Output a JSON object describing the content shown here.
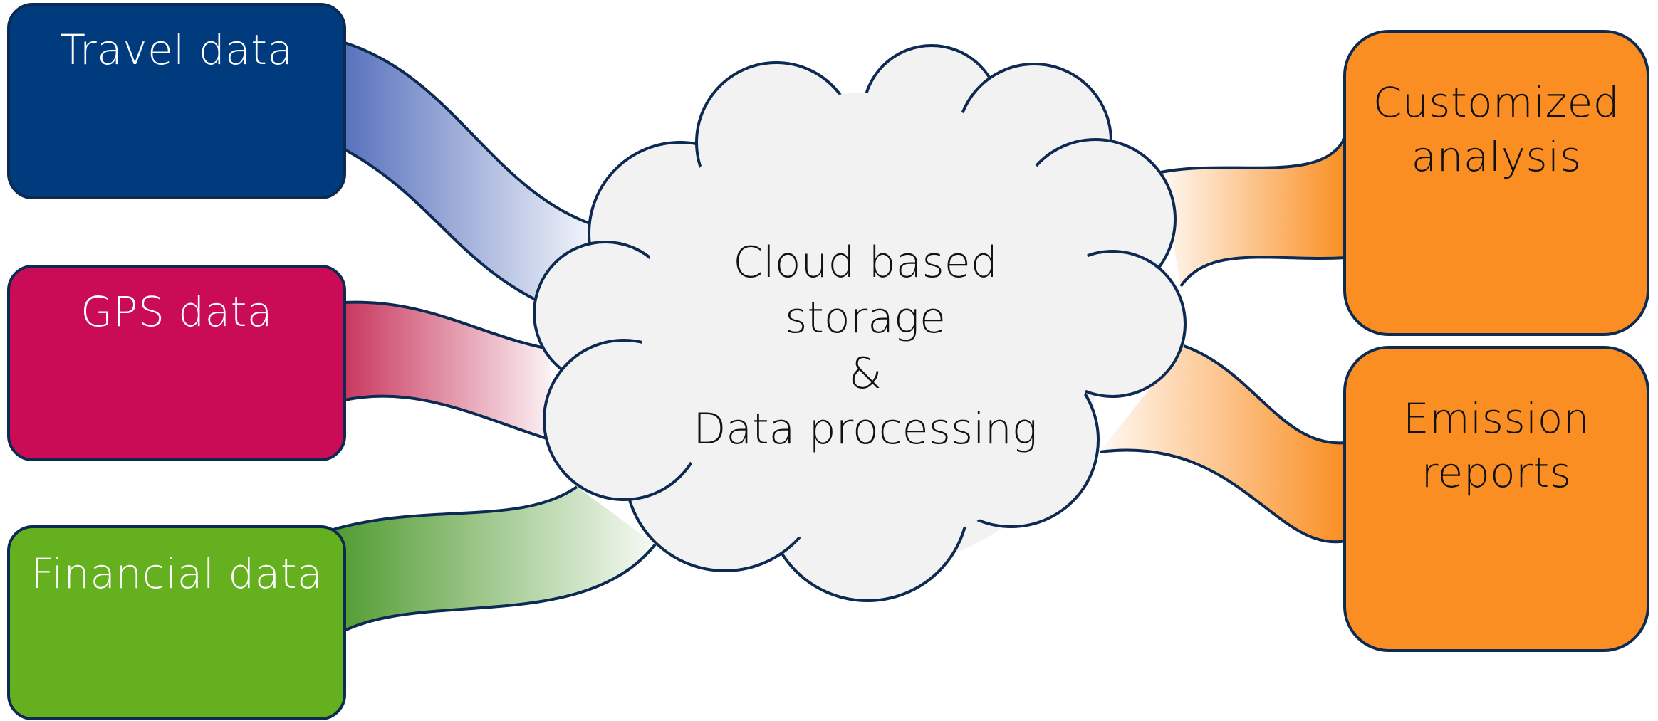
{
  "sources": [
    {
      "id": "travel",
      "label": "Travel data",
      "color": "#003b7e",
      "icons": [
        "car-icon",
        "airplane-icon",
        "bus-icon"
      ]
    },
    {
      "id": "gps",
      "label": "GPS data",
      "color": "#c90c55",
      "icons": [
        "globe-icon"
      ]
    },
    {
      "id": "financial",
      "label": "Financial data",
      "color": "#65b01f",
      "icons": [
        "money-bag-icon"
      ]
    }
  ],
  "cloud": {
    "lines": [
      "Cloud based",
      "storage",
      "&",
      "Data processing"
    ],
    "color": "#f2f2f2"
  },
  "outputs": [
    {
      "id": "analysis",
      "lines": [
        "Customized",
        "analysis"
      ],
      "color": "#fa8e22",
      "icon": "chart-icon"
    },
    {
      "id": "reports",
      "lines": [
        "Emission",
        "reports"
      ],
      "color": "#fa8e22",
      "icon": "envelope-icon"
    }
  ],
  "colors": {
    "outline": "#0d2a52",
    "travel_flow": "#5872bd",
    "gps_flow": "#c9385e",
    "financial_flow": "#5b9e3a",
    "output_flow": "#fa8e22"
  }
}
